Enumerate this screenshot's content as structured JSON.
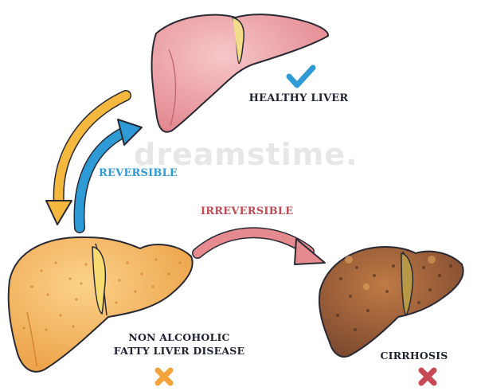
{
  "labels": {
    "healthy": "HEALTHY LIVER",
    "reversible": "REVERSIBLE",
    "irreversible": "IRREVERSIBLE",
    "nafld_line1": "NON ALCOHOLIC",
    "nafld_line2": "FATTY LIVER DISEASE",
    "cirrhosis": "CIRRHOSIS"
  },
  "watermark": "dreamstime.",
  "icons": {
    "healthy": "check-icon",
    "nafld": "cross-icon",
    "cirrhosis": "cross-icon"
  },
  "colors": {
    "check": "#2e9bd6",
    "nafld_cross": "#f2a43a",
    "cirrhosis_cross": "#c74a57",
    "reversible_arrow_blue": "#2e9bd6",
    "reversible_arrow_yellow": "#f4b83f",
    "irreversible_arrow": "#cf5b64",
    "healthy_liver": "#e99aa0",
    "fatty_liver": "#f2b45a",
    "cirrhotic_liver": "#9a5a3a"
  }
}
